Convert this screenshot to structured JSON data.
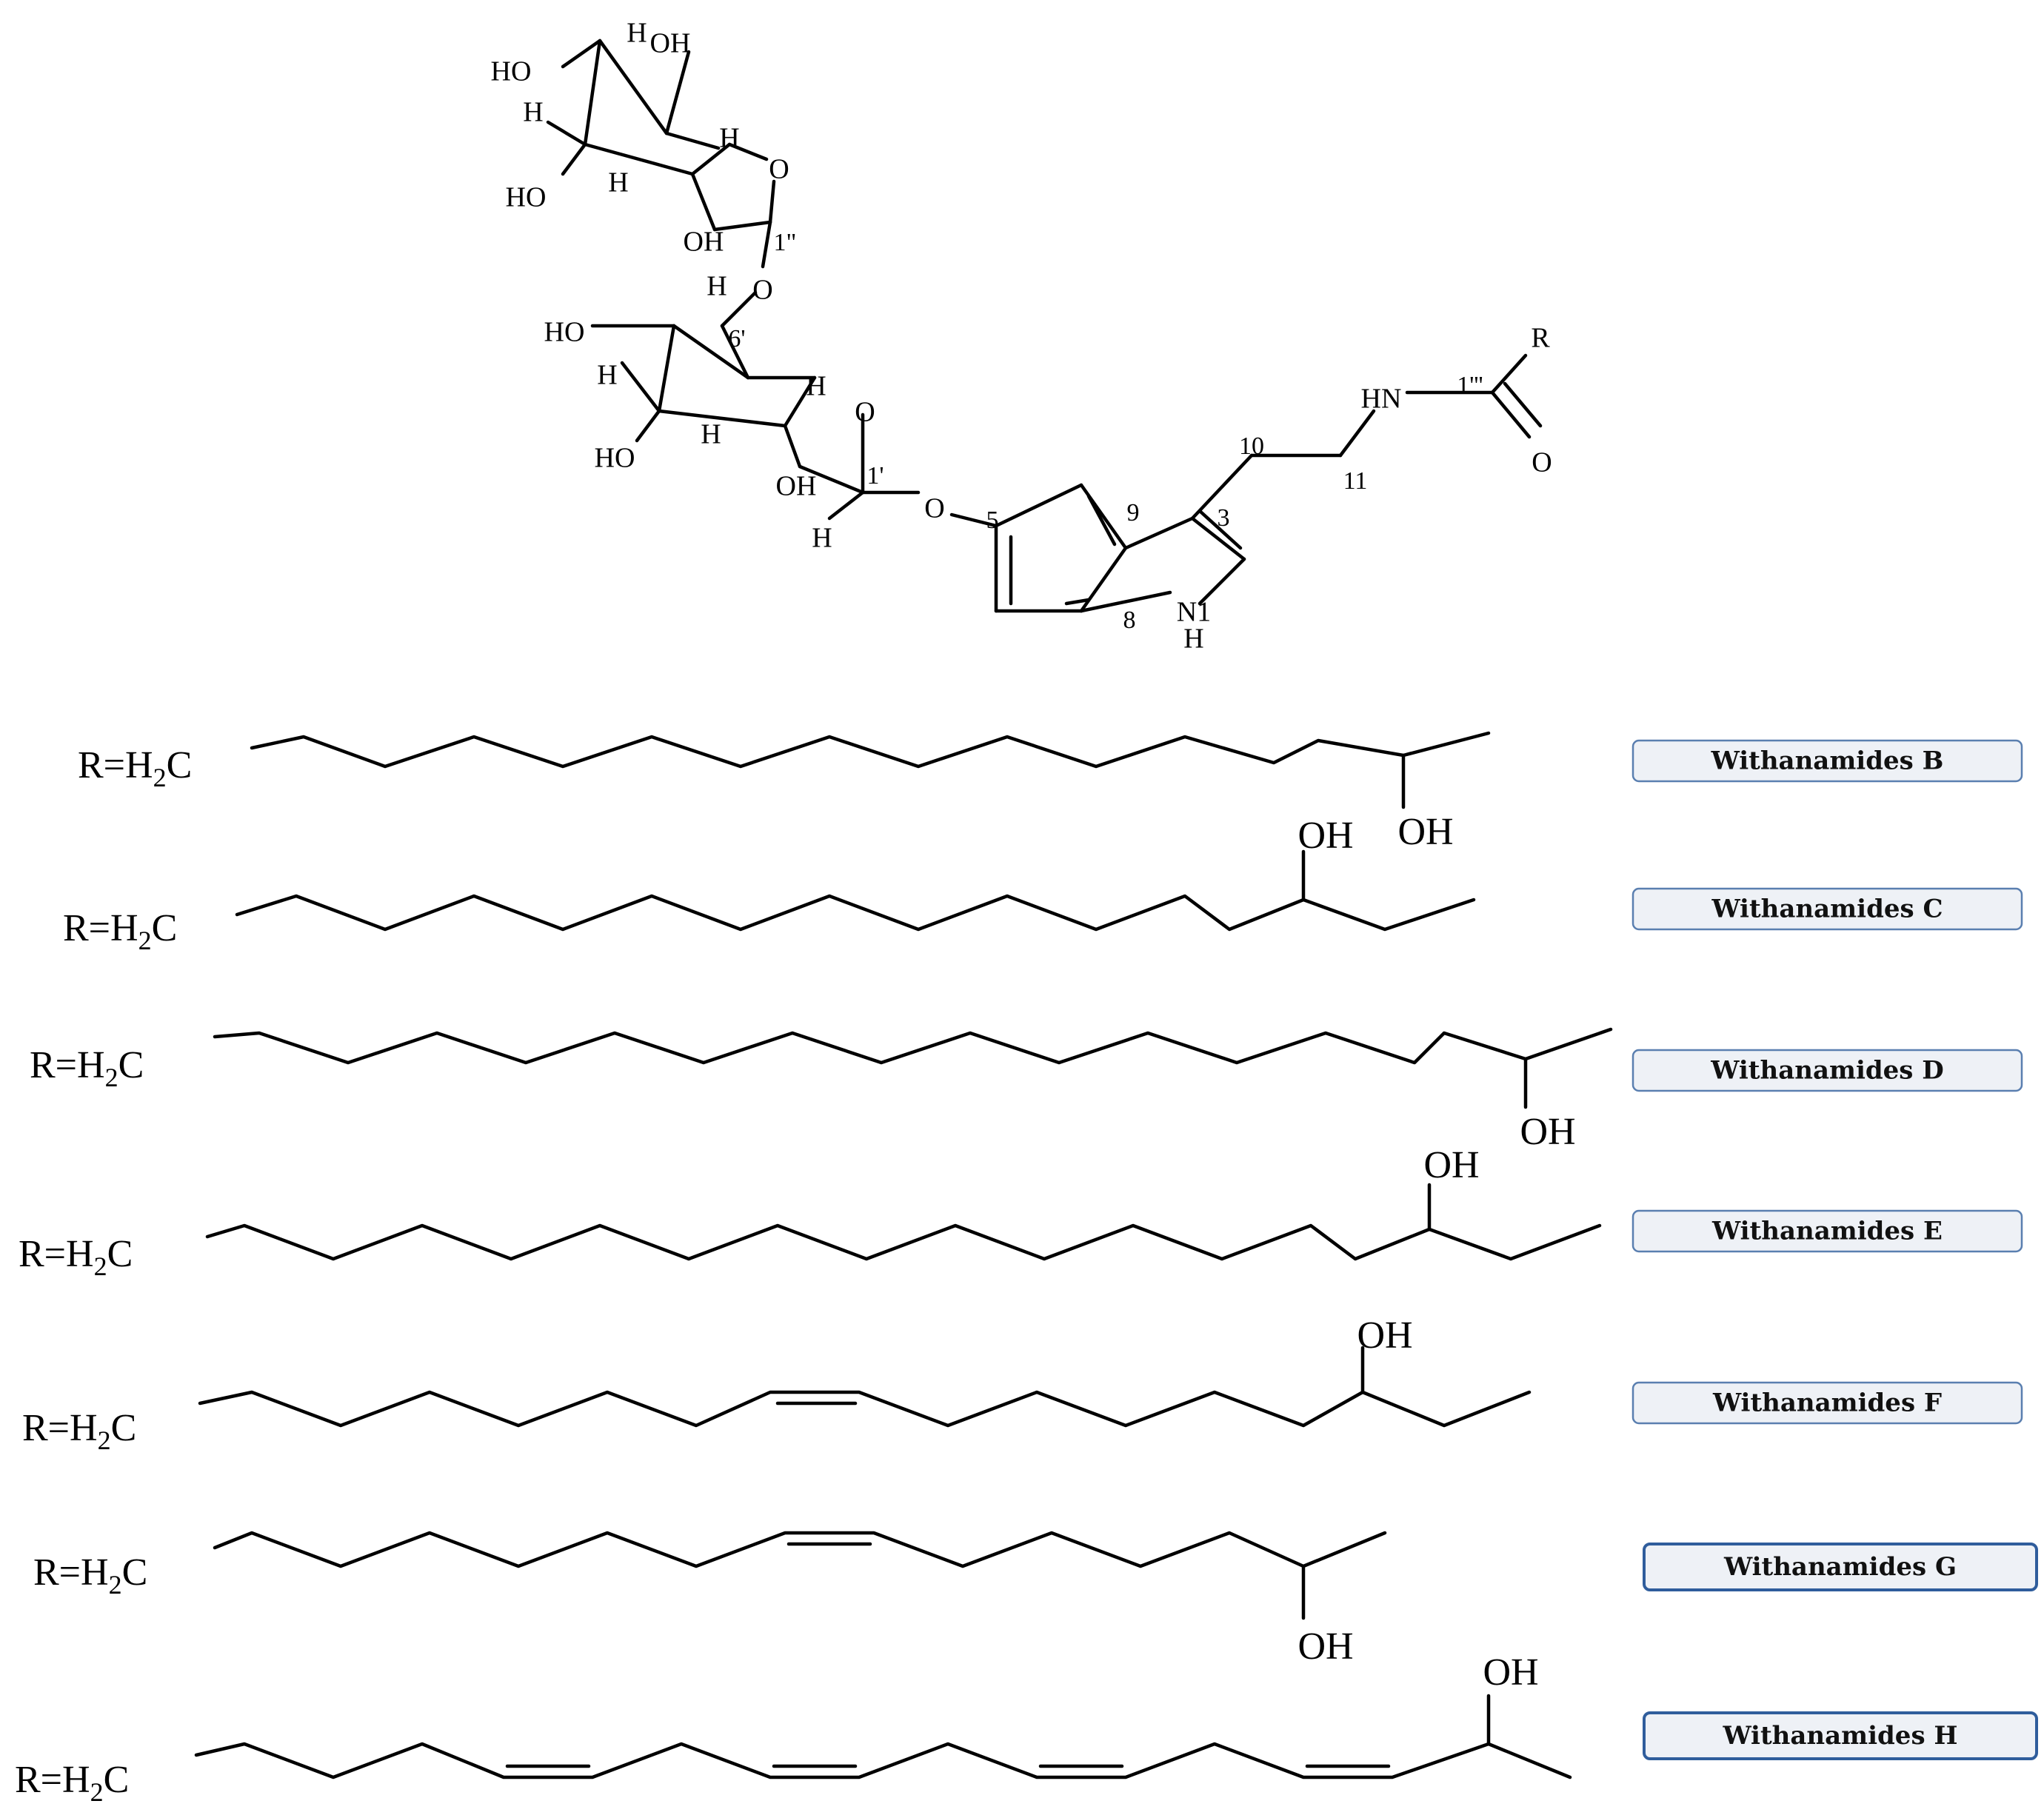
{
  "core": {
    "labels": [
      "H",
      "OH",
      "HO",
      "H",
      "H",
      "O",
      "HO",
      "H",
      "OH",
      "1\"",
      "O",
      "H",
      "HO",
      "6'",
      "H",
      "H",
      "O",
      "HO",
      "H",
      "OH",
      "1'",
      "O",
      "H",
      "5",
      "9",
      "3",
      "10",
      "11",
      "HN",
      "1'''",
      "R",
      "O",
      "8",
      "N1",
      "H"
    ]
  },
  "r_prefix": [
    "R=H",
    "2",
    "C"
  ],
  "oh_label": "OH",
  "compounds": [
    {
      "name": "Withanamides B"
    },
    {
      "name": "Withanamides C"
    },
    {
      "name": "Withanamides D"
    },
    {
      "name": "Withanamides E"
    },
    {
      "name": "Withanamides F"
    },
    {
      "name": "Withanamides G"
    },
    {
      "name": "Withanamides H"
    }
  ],
  "colors": {
    "tag_fill": "#eef1f6",
    "tag_border": "#5a7fb0",
    "tag_border_strong": "#2f5d9c"
  }
}
